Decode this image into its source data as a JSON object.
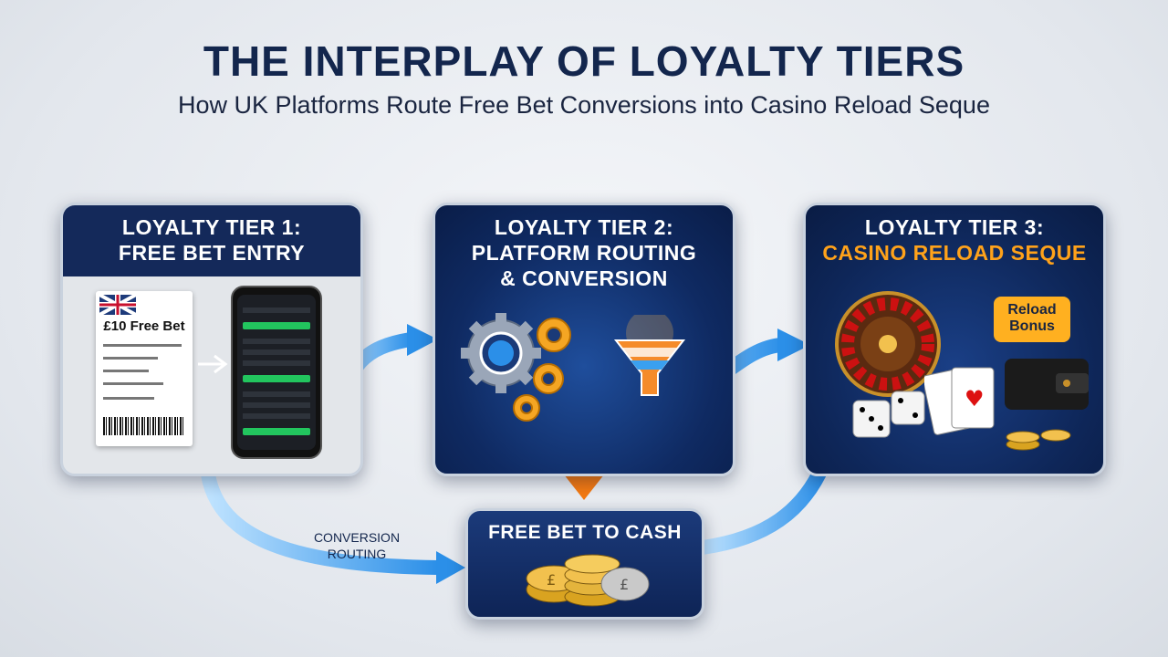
{
  "header": {
    "title": "THE INTERPLAY OF LOYALTY TIERS",
    "subtitle": "How UK Platforms Route Free Bet Conversions into Casino Reload Seque"
  },
  "tier1": {
    "line1": "LOYALTY TIER 1:",
    "line2": "FREE BET ENTRY",
    "ticket_amount": "£10 Free Bet"
  },
  "tier2": {
    "line1": "LOYALTY TIER 2:",
    "line2": "PLATFORM ROUTING",
    "line3": "& CONVERSION"
  },
  "tier3": {
    "line1": "LOYALTY TIER 3:",
    "line2": "CASINO RELOAD SEQUE",
    "badge": "Reload Bonus"
  },
  "cash_box": {
    "label": "FREE BET TO CASH"
  },
  "routing_label": "CONVERSION ROUTING",
  "colors": {
    "navy": "#14295a",
    "accent_orange": "#ffa21a",
    "arrow_blue": "#3aa0f0",
    "arrow_orange": "#f7861e"
  }
}
